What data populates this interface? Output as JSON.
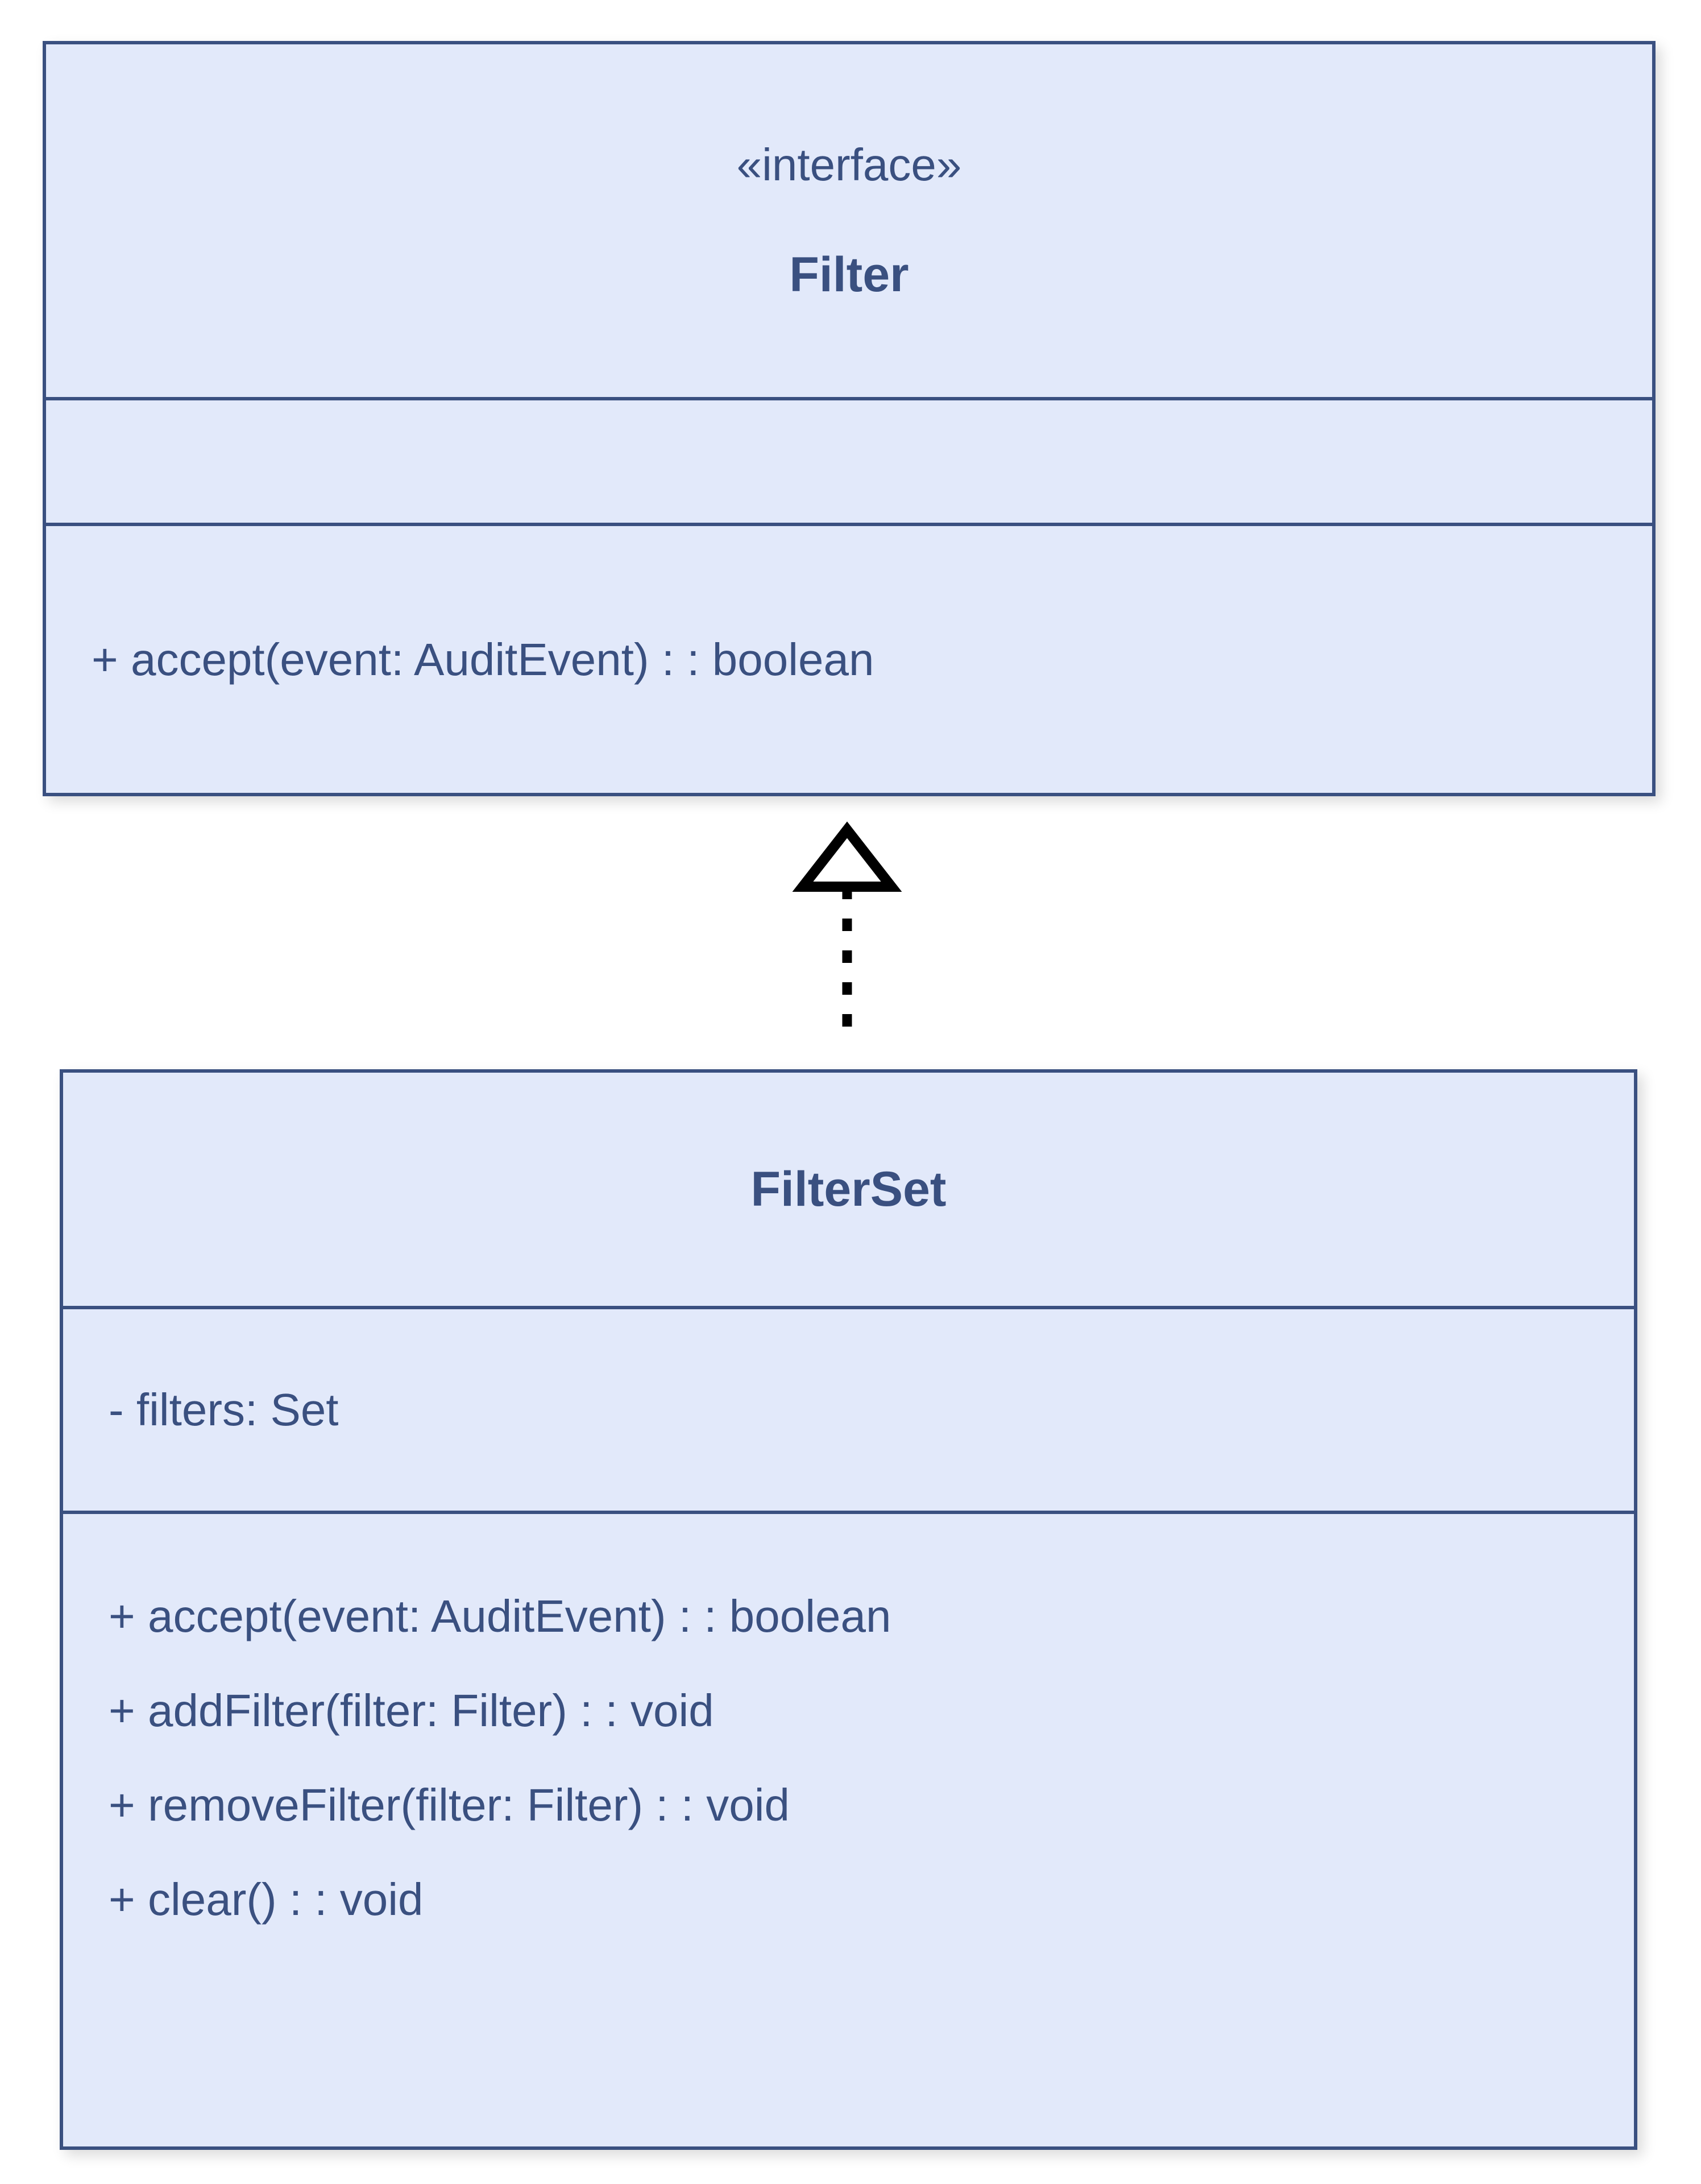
{
  "diagram": {
    "type": "uml-class-diagram",
    "background_color": "#ffffff",
    "fill_color": "#e2e9fa",
    "line_color": "#3a5080",
    "connector_color": "#000000"
  },
  "classes": [
    {
      "id": "filter",
      "stereotype": "«interface»",
      "name": "Filter",
      "attributes": [],
      "operations": [
        "+ accept(event: AuditEvent) : : boolean"
      ]
    },
    {
      "id": "filterset",
      "stereotype": "",
      "name": "FilterSet",
      "attributes": [
        "- filters: Set"
      ],
      "operations": [
        "+ accept(event: AuditEvent) : : boolean",
        "+ addFilter(filter: Filter) : : void",
        "+ removeFilter(filter: Filter) : : void",
        "+ clear() : : void"
      ]
    }
  ],
  "relationships": [
    {
      "kind": "realization",
      "label": "",
      "source": "FilterSet",
      "target": "Filter",
      "line_style": "dotted",
      "arrowhead": "hollow-triangle"
    }
  ]
}
